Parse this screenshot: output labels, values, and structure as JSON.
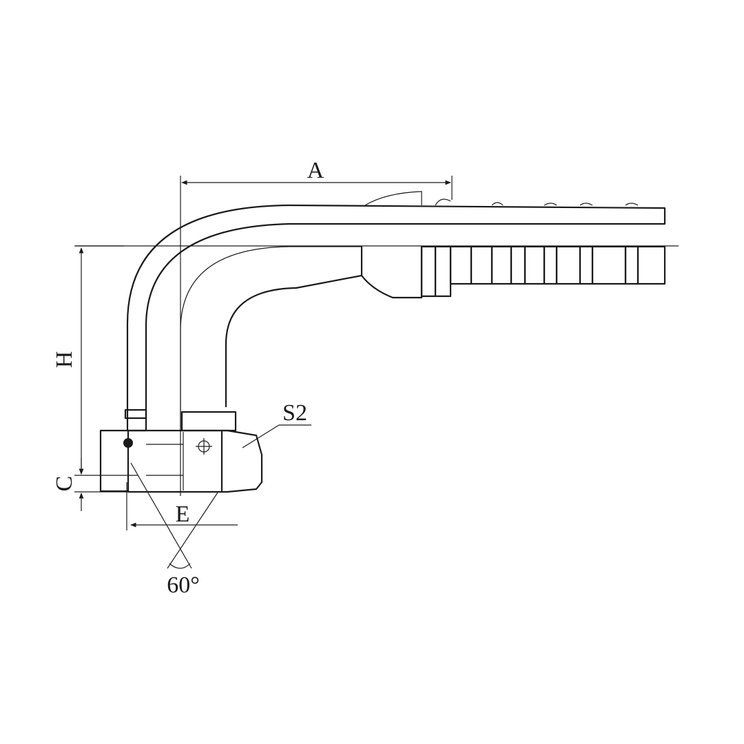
{
  "drawing": {
    "labels": {
      "A": "A",
      "H": "H",
      "C": "C",
      "E": "E",
      "S2": "S2",
      "angle": "60°"
    }
  },
  "colors": {
    "line": "#1a1a1a",
    "background": "#ffffff"
  }
}
